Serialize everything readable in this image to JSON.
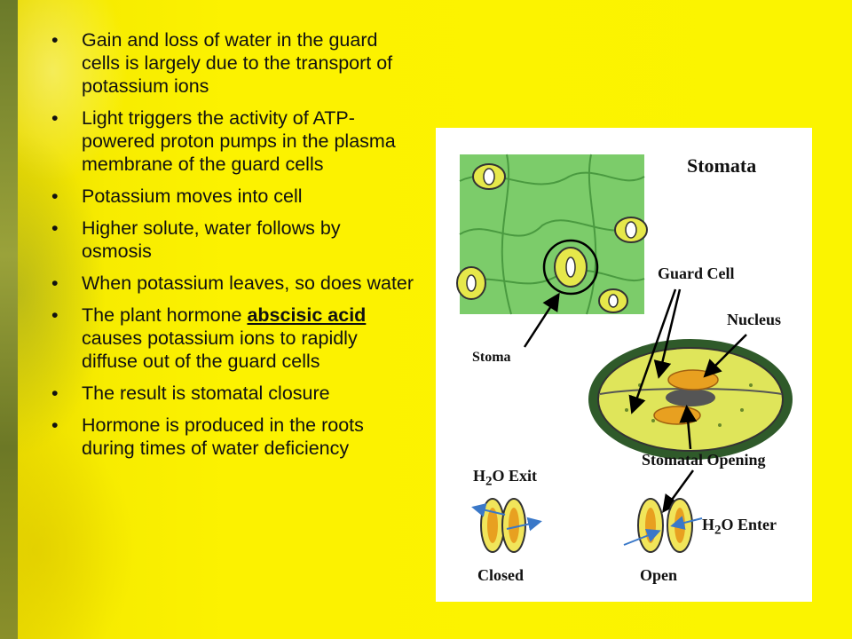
{
  "bullets": [
    {
      "text": "Gain and loss of water in the guard cells is largely due to the transport of potassium ions"
    },
    {
      "text": "Light triggers the activity of ATP-powered proton pumps in the plasma membrane of the guard cells"
    },
    {
      "text": "Potassium moves into cell"
    },
    {
      "text": "Higher solute, water follows by osmosis"
    },
    {
      "text": "When potassium leaves, so does water"
    },
    {
      "pre": "The plant hormone ",
      "highlight": "abscisic acid",
      "post": " causes potassium ions to rapidly diffuse out of the guard cells"
    },
    {
      "text": "The result is stomatal closure"
    },
    {
      "text": "Hormone is produced in the roots during times of water deficiency"
    }
  ],
  "bullet_glyph": "•",
  "figure": {
    "title": "Stomata",
    "labels": {
      "guard_cell": "Guard Cell",
      "nucleus": "Nucleus",
      "stoma": "Stoma",
      "stomatal_opening": "Stomatal Opening",
      "h2o_exit_prefix": "H",
      "h2o_exit_sub": "2",
      "h2o_exit_suffix": "O Exit",
      "h2o_enter_prefix": "H",
      "h2o_enter_sub": "2",
      "h2o_enter_suffix": "O Enter",
      "closed": "Closed",
      "open": "Open"
    }
  },
  "colors": {
    "background": "#fcf200",
    "leaf_green": "#6fc460",
    "cell_yellow": "#e6e84a",
    "nucleus_orange": "#e8a020"
  }
}
